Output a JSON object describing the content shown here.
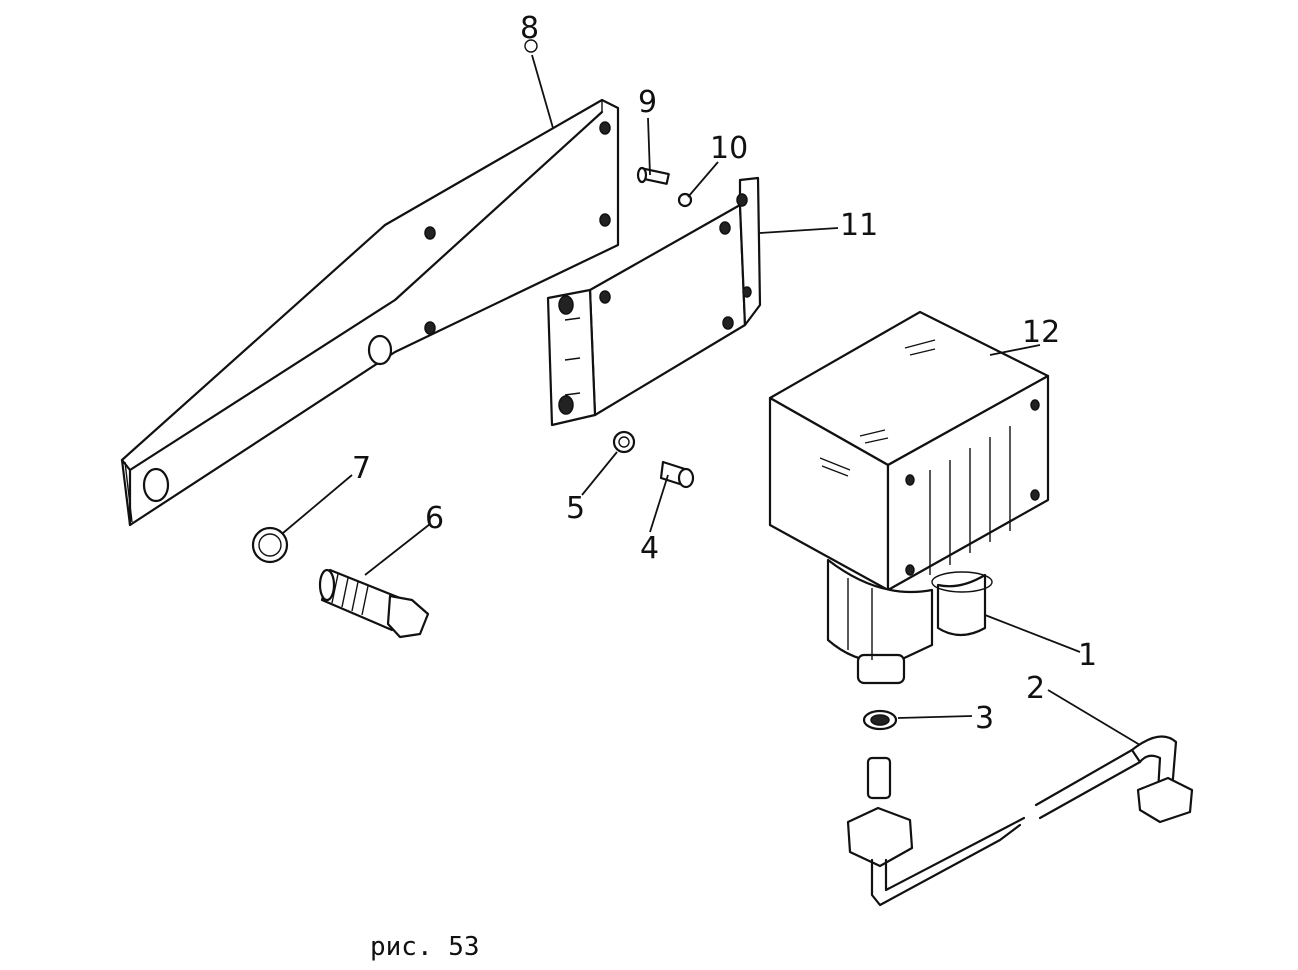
{
  "figure": {
    "caption": "рис. 53",
    "callouts": {
      "c1": "1",
      "c2": "2",
      "c3": "3",
      "c4": "4",
      "c5": "5",
      "c6": "6",
      "c7": "7",
      "c8": "8",
      "c9": "9",
      "c10": "10",
      "c11": "11",
      "c12": "12"
    }
  }
}
